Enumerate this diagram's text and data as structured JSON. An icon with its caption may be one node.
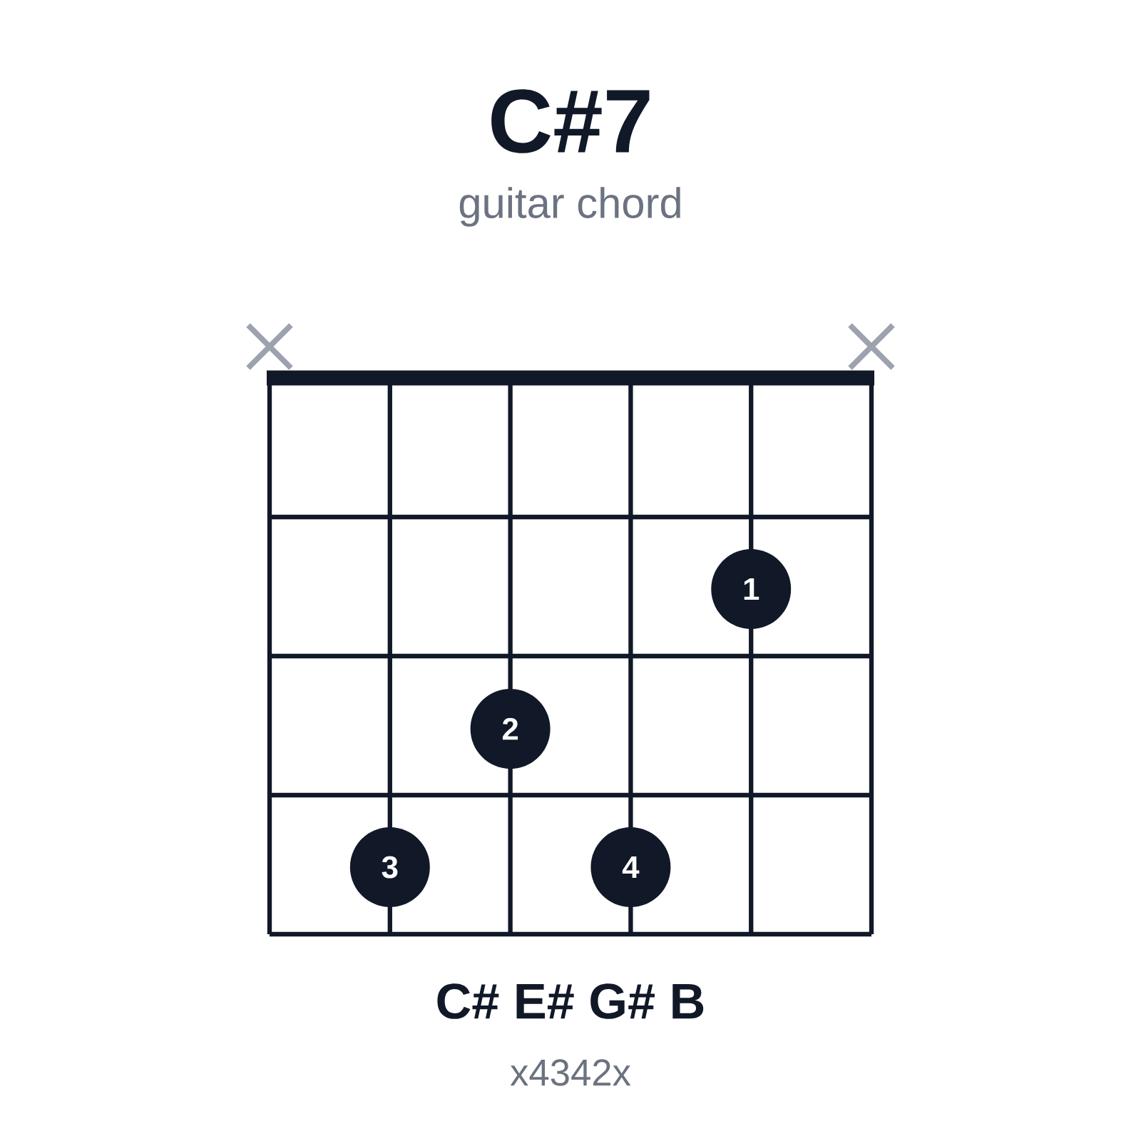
{
  "diagram": {
    "title": "C#7",
    "nodes": [
      {
        "text": [
          "1"
        ]
      },
      {
        "text": [
          "2"
        ]
      },
      {
        "text": [
          "3"
        ]
      },
      {
        "text": [
          "4"
        ]
      }
    ],
    "labels": [
      "guitar chord",
      "C# E# G# B",
      "x4342x"
    ]
  }
}
